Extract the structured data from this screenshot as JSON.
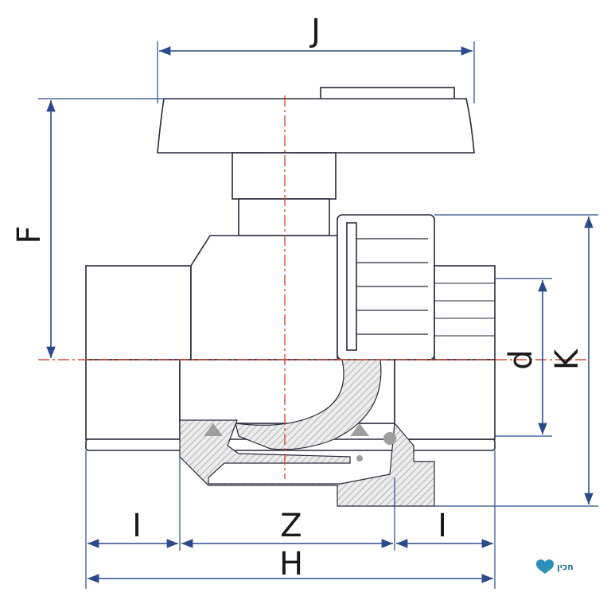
{
  "diagram": {
    "labels": {
      "J": "J",
      "F": "F",
      "d": "d",
      "K": "K",
      "I_left": "I",
      "Z": "Z",
      "I_right": "I",
      "H": "H"
    },
    "logo": {
      "text": "חכין",
      "icon": "heart-icon",
      "color": "#1f6f8b"
    },
    "colors": {
      "dimension": "#2b4a8a",
      "centerline": "#d84a3a",
      "outline": "#2a2a3a",
      "hatch": "#bdbdbd"
    }
  }
}
